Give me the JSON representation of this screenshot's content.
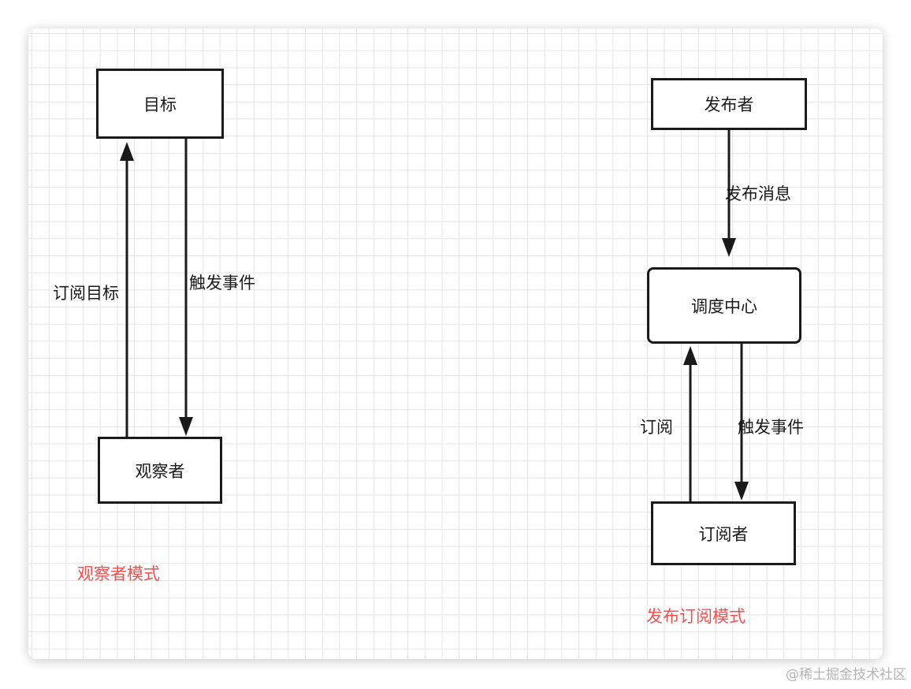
{
  "observer": {
    "target_label": "目标",
    "observer_label": "观察者",
    "subscribe_label": "订阅目标",
    "trigger_label": "触发事件",
    "caption": "观察者模式"
  },
  "pubsub": {
    "publisher_label": "发布者",
    "publish_label": "发布消息",
    "center_label": "调度中心",
    "subscribe_label": "订阅",
    "trigger_label": "触发事件",
    "subscriber_label": "订阅者",
    "caption": "发布订阅模式"
  },
  "watermark": "@稀土掘金技术社区",
  "colors": {
    "caption": "#f0524f",
    "stroke": "#1a1a1a",
    "grid": "#e4e4e4",
    "watermark": "#b3b3b3"
  }
}
